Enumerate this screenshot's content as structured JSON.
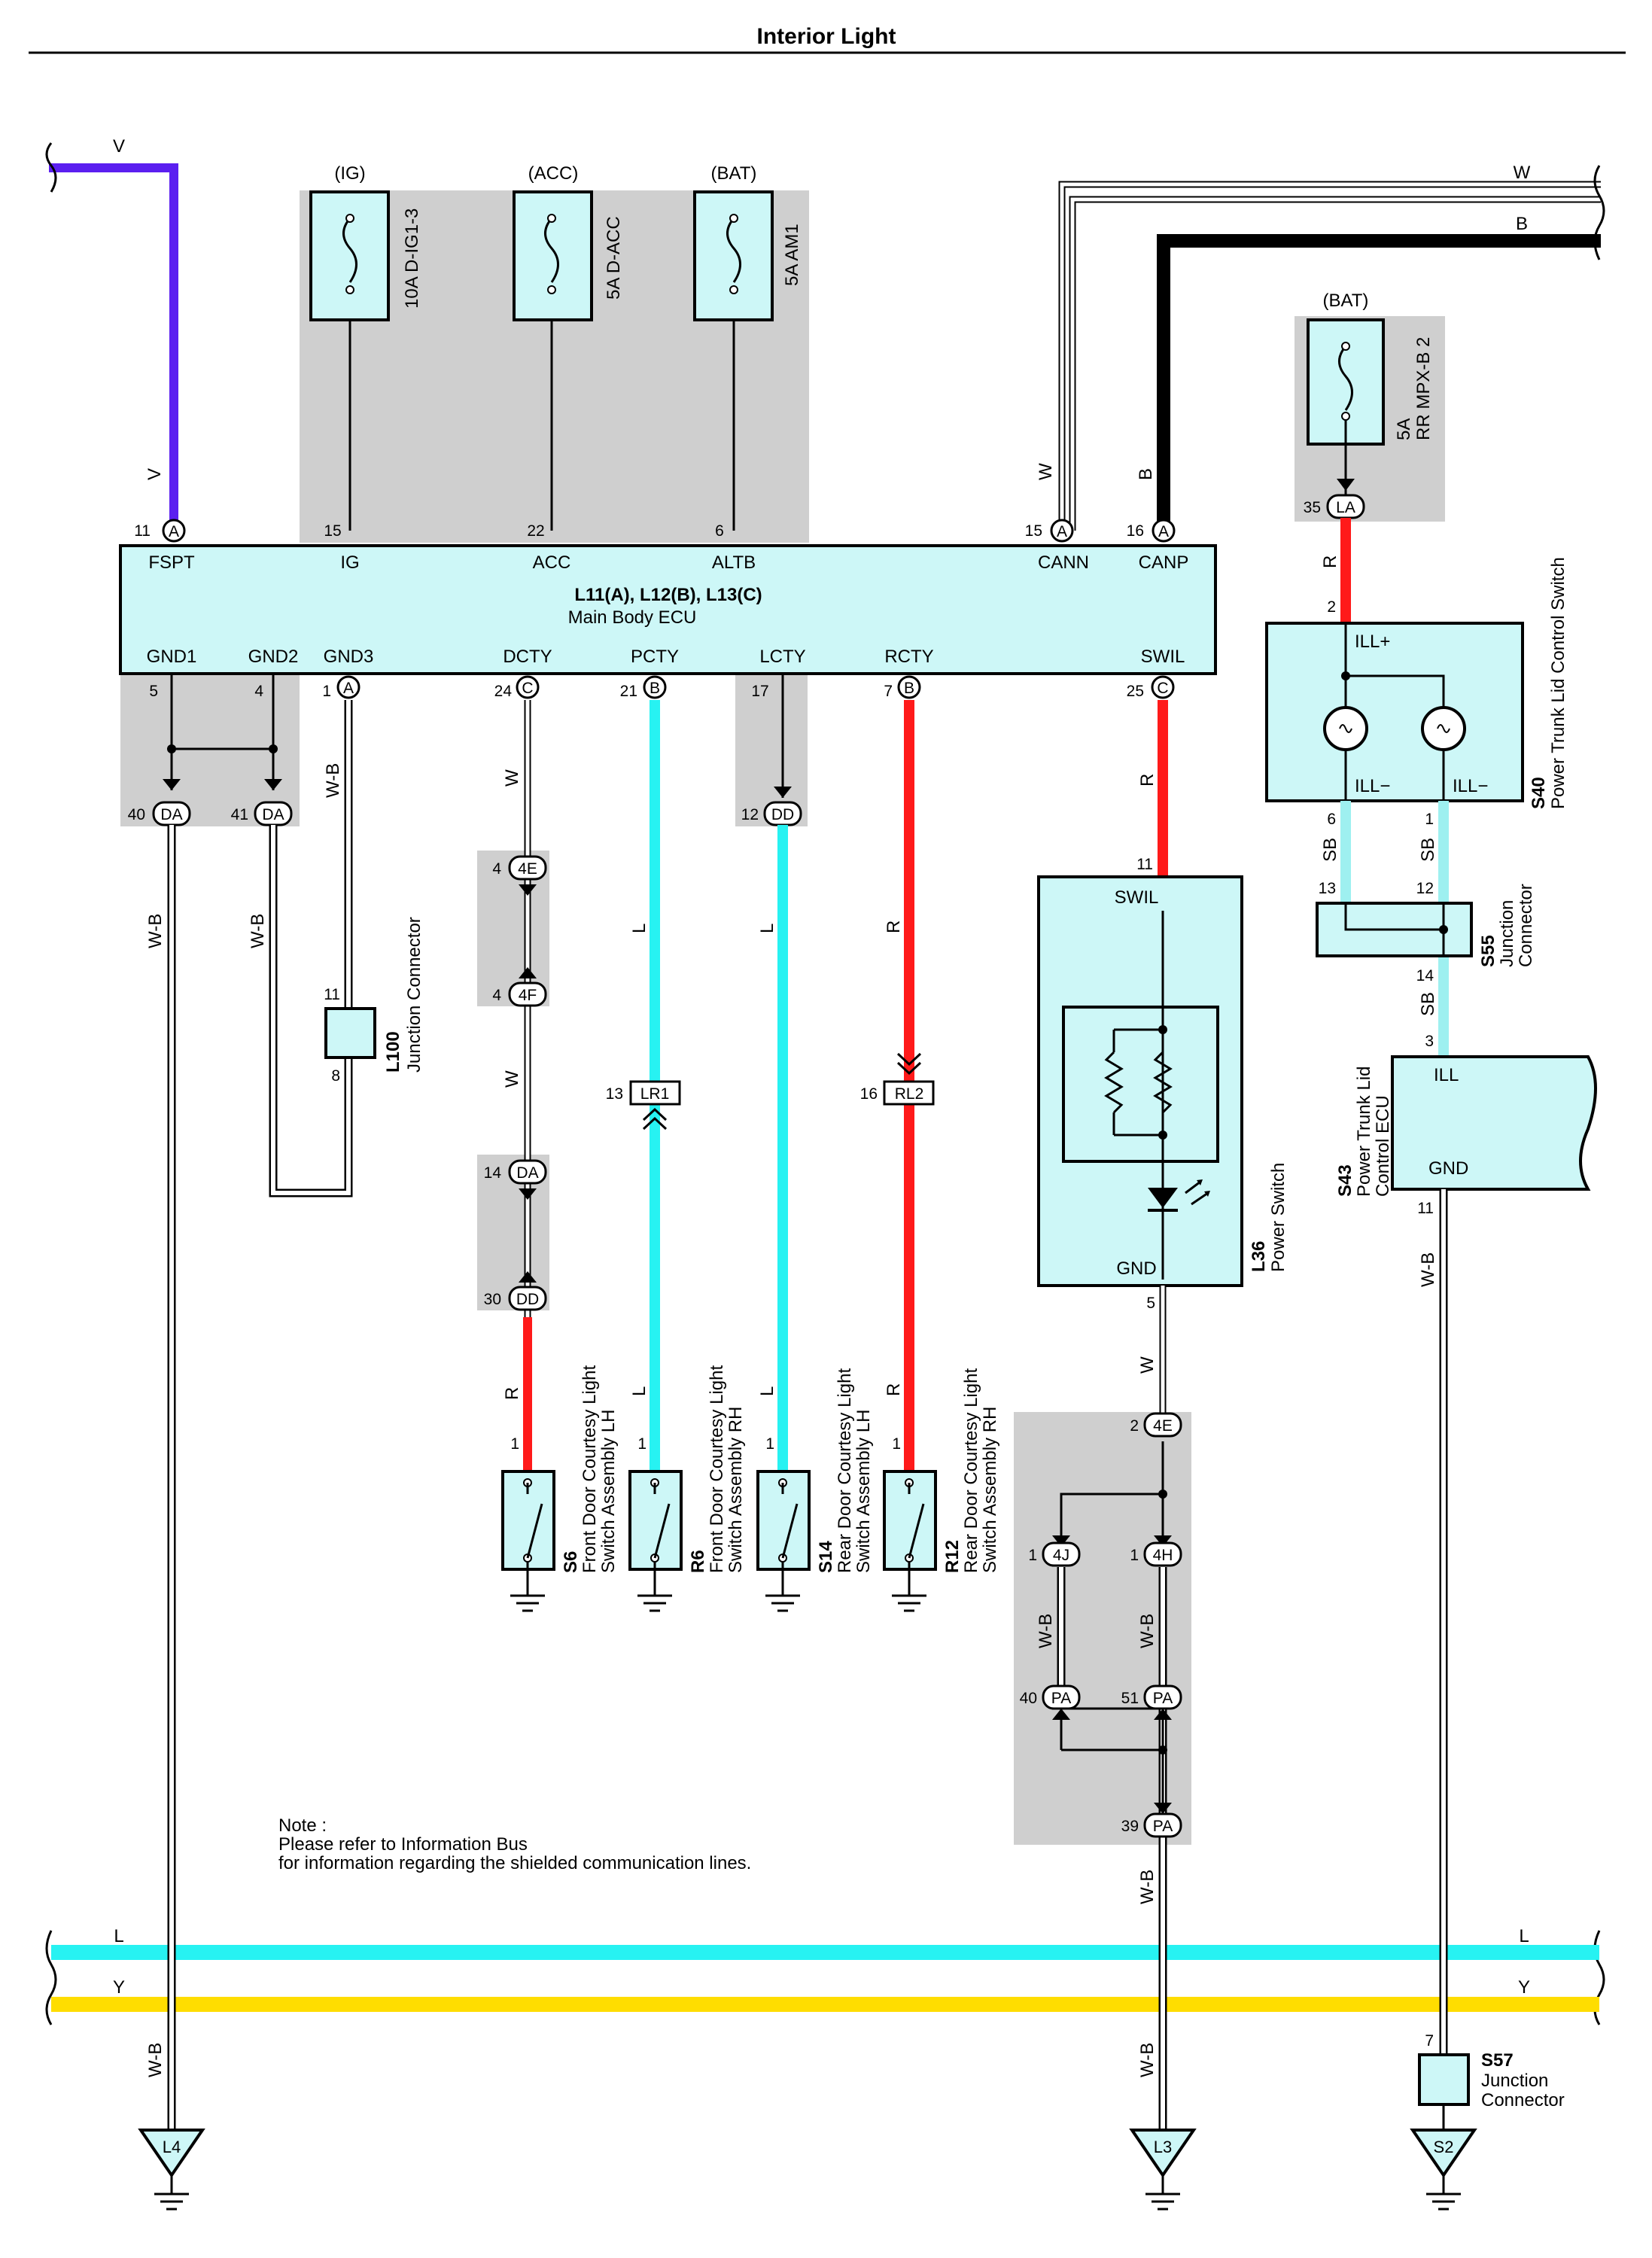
{
  "title": "Interior Light",
  "ecu": {
    "name": "L11(A), L12(B), L13(C)",
    "desc": "Main Body ECU",
    "terminals": {
      "fspt": "FSPT",
      "ig": "IG",
      "acc": "ACC",
      "altb": "ALTB",
      "cann": "CANN",
      "canp": "CANP",
      "gnd1": "GND1",
      "gnd2": "GND2",
      "gnd3": "GND3",
      "dcty": "DCTY",
      "pcty": "PCTY",
      "lcty": "LCTY",
      "rcty": "RCTY",
      "swil": "SWIL"
    },
    "pins": {
      "fspt": "11",
      "ig": "15",
      "acc": "22",
      "altb": "6",
      "cann": "15",
      "canp": "16",
      "gnd1": "5",
      "gnd2": "4",
      "gnd3": "1",
      "dcty": "24",
      "pcty": "21",
      "lcty": "17",
      "rcty": "7",
      "swil": "25"
    },
    "conn": {
      "a": "A",
      "b": "B",
      "c": "C"
    }
  },
  "fuses": {
    "ig": {
      "source": "(IG)",
      "name": "10A D-IG1-3"
    },
    "acc": {
      "source": "(ACC)",
      "name": "5A D-ACC"
    },
    "bat": {
      "source": "(BAT)",
      "name": "5A AM1"
    },
    "rr": {
      "source": "(BAT)",
      "name1": "5A",
      "name2": "RR MPX-B 2"
    }
  },
  "wires": {
    "v": "V",
    "w": "W",
    "b": "B",
    "wb": "W-B",
    "r": "R",
    "l": "L",
    "sb": "SB",
    "y": "Y"
  },
  "connectors": {
    "da40": {
      "pin": "40",
      "id": "DA"
    },
    "da41": {
      "pin": "41",
      "id": "DA"
    },
    "dd12": {
      "pin": "12",
      "id": "DD"
    },
    "e4": {
      "pin": "4",
      "id": "4E"
    },
    "f4": {
      "pin": "4",
      "id": "4F"
    },
    "da14": {
      "pin": "14",
      "id": "DA"
    },
    "dd30": {
      "pin": "30",
      "id": "DD"
    },
    "lr1": {
      "pin": "13",
      "id": "LR1"
    },
    "rl2": {
      "pin": "16",
      "id": "RL2"
    },
    "la35": {
      "pin": "35",
      "id": "LA"
    },
    "e4b": {
      "pin": "2",
      "id": "4E"
    },
    "j4": {
      "pin": "1",
      "id": "4J"
    },
    "h4": {
      "pin": "1",
      "id": "4H"
    },
    "pa40": {
      "pin": "40",
      "id": "PA"
    },
    "pa51": {
      "pin": "51",
      "id": "PA"
    },
    "pa39": {
      "pin": "39",
      "id": "PA"
    }
  },
  "l100": {
    "code": "L100",
    "name": "Junction Connector",
    "pin_top": "11",
    "pin_bot": "8"
  },
  "s40": {
    "code": "S40",
    "name": "Power Trunk Lid Control Switch",
    "ill_plus": "ILL+",
    "ill_minus": "ILL−",
    "pin_in": "2",
    "pin_a": "6",
    "pin_b": "1"
  },
  "s55": {
    "code": "S55",
    "name1": "Junction",
    "name2": "Connector",
    "pin_a": "13",
    "pin_b": "12",
    "pin_c": "14"
  },
  "s43": {
    "code": "S43",
    "name1": "Power Trunk Lid",
    "name2": "Control ECU",
    "ill": "ILL",
    "gnd": "GND",
    "pin_ill": "3",
    "pin_gnd": "11"
  },
  "l36": {
    "code": "L36",
    "name": "Power Switch",
    "swil": "SWIL",
    "gnd": "GND",
    "pin_in": "11",
    "pin_out": "5"
  },
  "switches": {
    "s6": {
      "code": "S6",
      "name1": "Front Door Courtesy Light",
      "name2": "Switch Assembly LH",
      "pin": "1"
    },
    "r6": {
      "code": "R6",
      "name1": "Front Door Courtesy Light",
      "name2": "Switch Assembly RH",
      "pin": "1"
    },
    "s14": {
      "code": "S14",
      "name1": "Rear Door Courtesy Light",
      "name2": "Switch Assembly LH",
      "pin": "1"
    },
    "r12": {
      "code": "R12",
      "name1": "Rear Door Courtesy Light",
      "name2": "Switch Assembly RH",
      "pin": "1"
    }
  },
  "s57": {
    "code": "S57",
    "name1": "Junction",
    "name2": "Connector",
    "pin": "7"
  },
  "grounds": {
    "l4": "L4",
    "l3": "L3",
    "s2": "S2"
  },
  "note": {
    "line1": "Note :",
    "line2": "Please refer to Information Bus",
    "line3": "for information regarding the shielded communication lines."
  },
  "colors": {
    "violet": "#5b1ff0",
    "red": "#ff1a1a",
    "cyan": "#27f2f2",
    "lightblue": "#9ef0f0",
    "yellow": "#ffdd00",
    "panel": "#cfcfcf",
    "component": "#cdf7f7",
    "black": "#000000"
  }
}
